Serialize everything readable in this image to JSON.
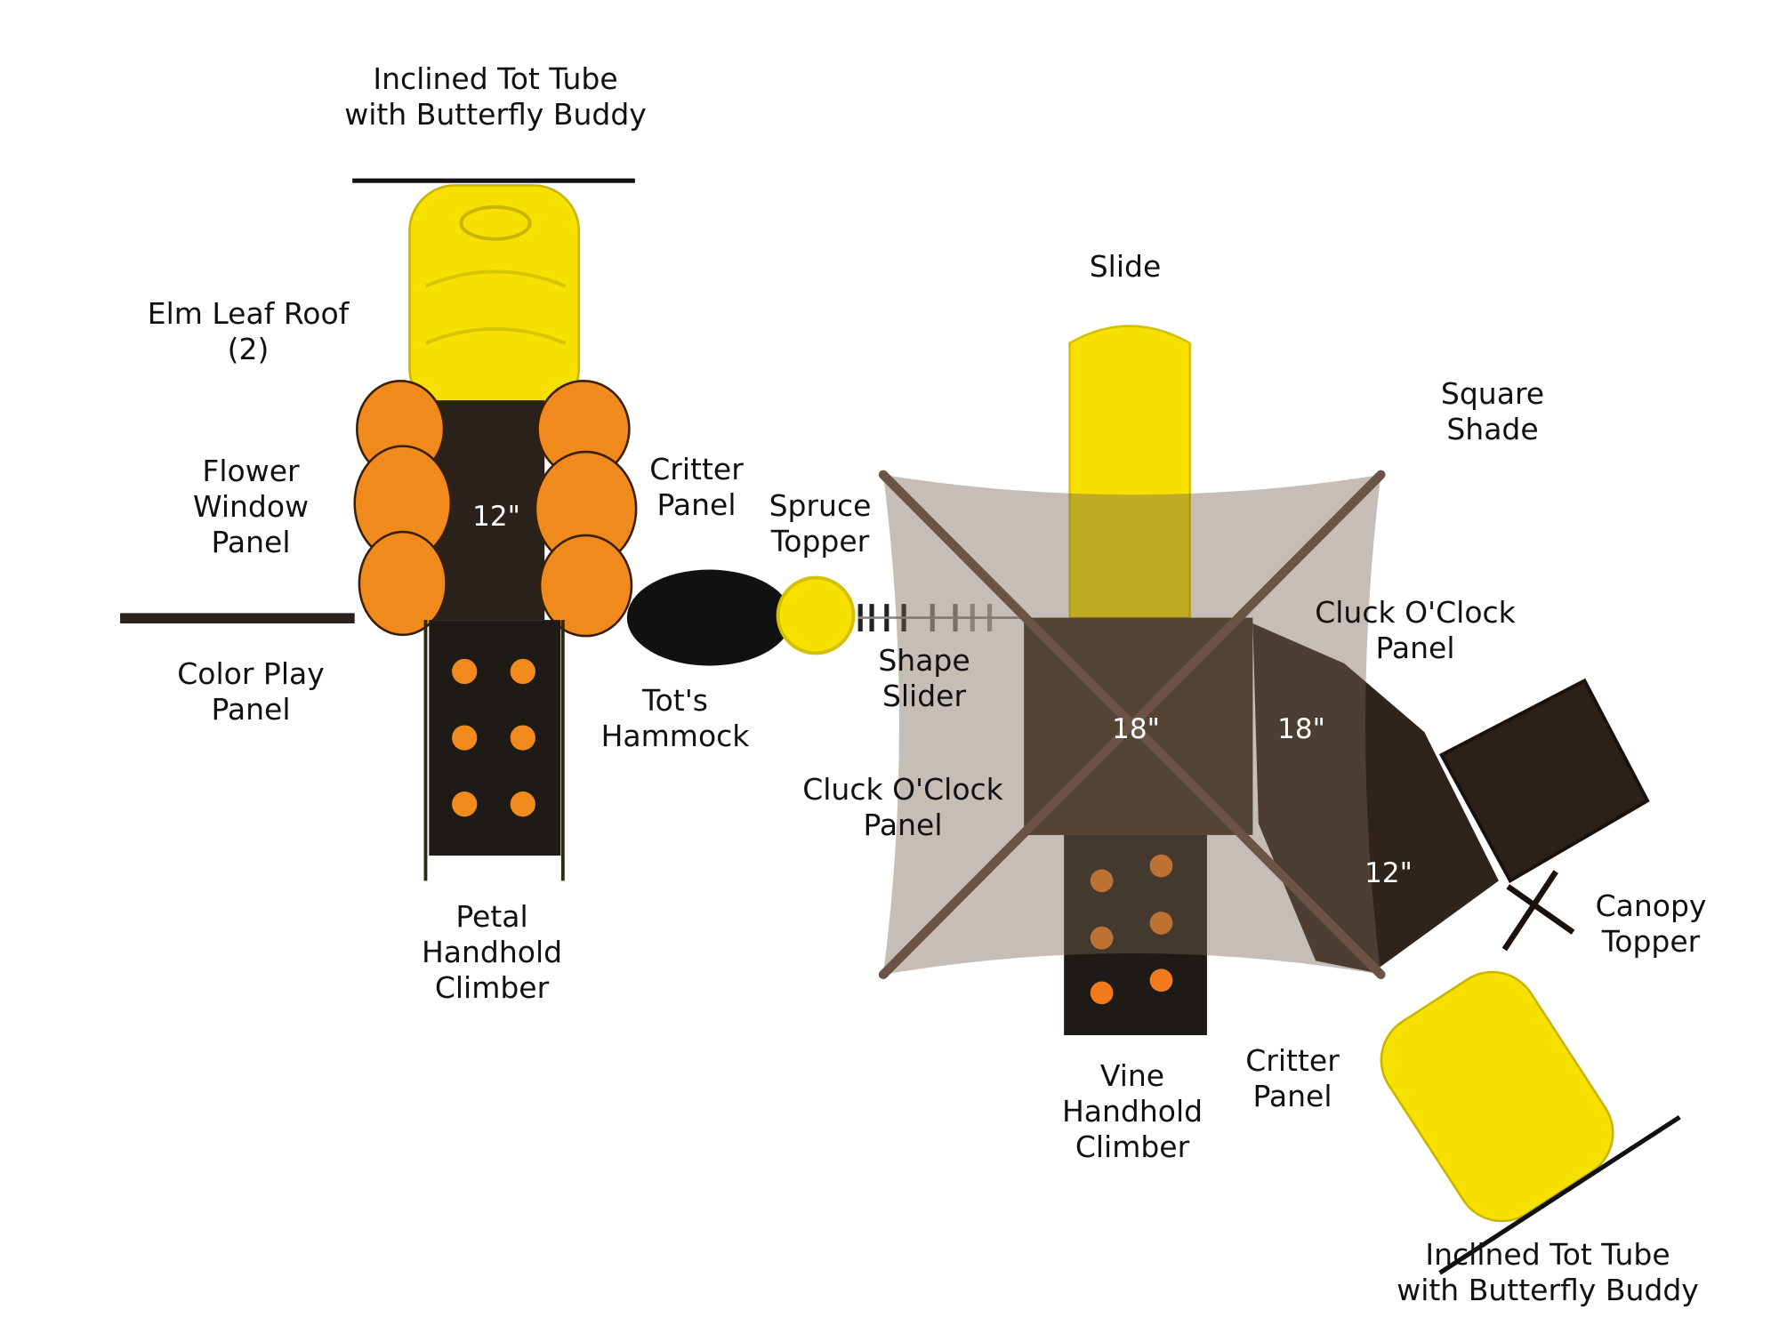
{
  "labels": {
    "tube_top": [
      "Inclined Tot Tube",
      "with Butterfly Buddy"
    ],
    "elm_leaf_roof": [
      "Elm Leaf Roof",
      "(2)"
    ],
    "flower_window": [
      "Flower",
      "Window",
      "Panel"
    ],
    "color_play": [
      "Color Play",
      "Panel"
    ],
    "critter_top": [
      "Critter",
      "Panel"
    ],
    "spruce_topper": [
      "Spruce",
      "Topper"
    ],
    "tots_hammock": [
      "Tot's",
      "Hammock"
    ],
    "shape_slider": [
      "Shape",
      "Slider"
    ],
    "petal_climber": [
      "Petal",
      "Handhold",
      "Climber"
    ],
    "slide": [
      "Slide"
    ],
    "square_shade": [
      "Square",
      "Shade"
    ],
    "cluck_right": [
      "Cluck O'Clock",
      "Panel"
    ],
    "cluck_left": [
      "Cluck O'Clock",
      "Panel"
    ],
    "canopy_topper": [
      "Canopy",
      "Topper"
    ],
    "vine_climber": [
      "Vine",
      "Handhold",
      "Climber"
    ],
    "critter_bottom": [
      "Critter",
      "Panel"
    ],
    "tube_bottom": [
      "Inclined Tot Tube",
      "with Butterfly Buddy"
    ]
  },
  "deck_heights": {
    "left_deck": "12\"",
    "center_deck": "18\"",
    "angled_deck": "18\"",
    "right_deck": "12\""
  },
  "colors": {
    "plastic_yellow": "#f5e000",
    "leaf_orange": "#f08a1c",
    "deck_dark": "#2a211a",
    "shade_tan": "#8a7563",
    "post_brown": "#6b5345"
  }
}
